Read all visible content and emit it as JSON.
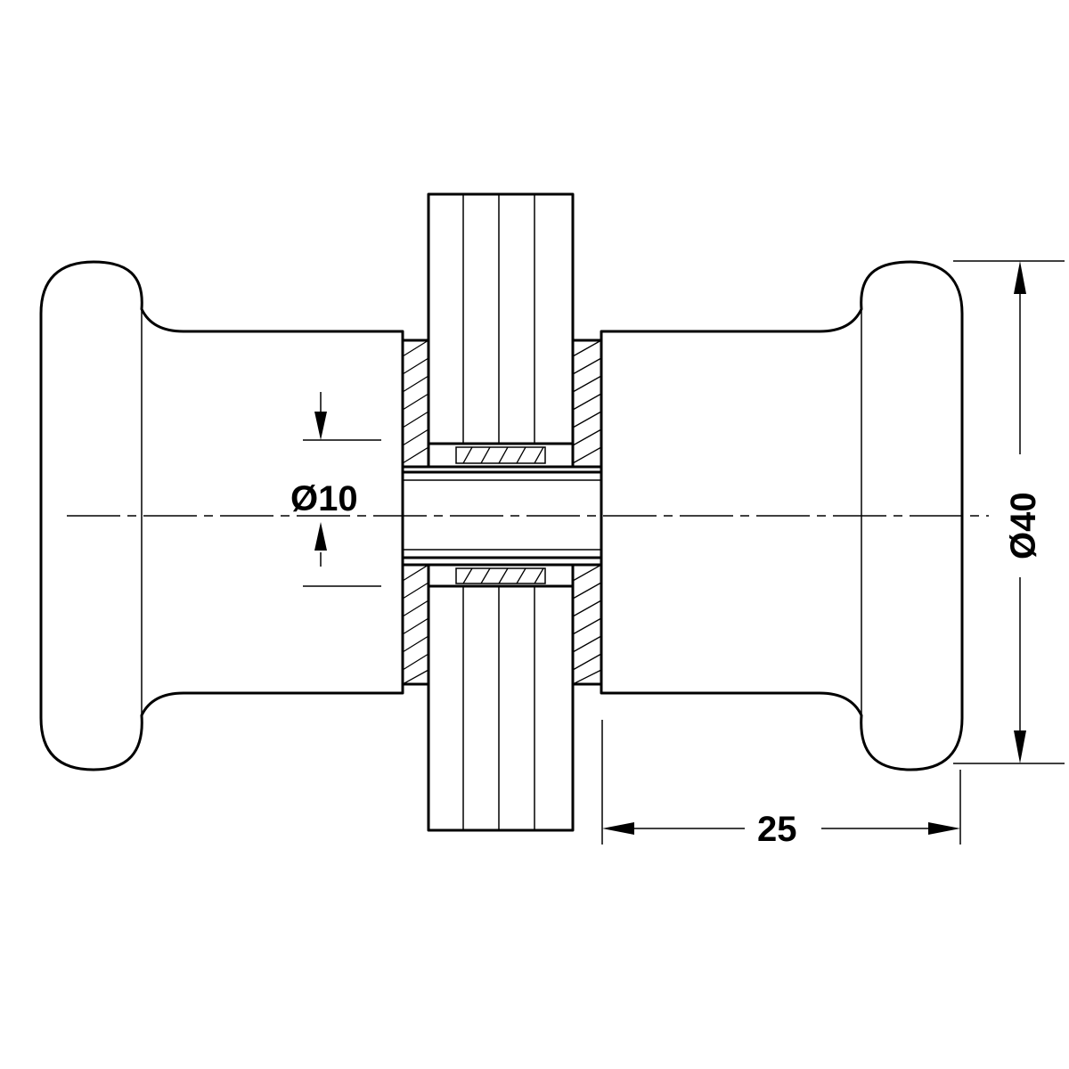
{
  "dimensions": {
    "bore_diameter": "Ø10",
    "outer_diameter": "Ø40",
    "knob_length": "25"
  },
  "colors": {
    "line": "#000000",
    "background": "#ffffff"
  }
}
